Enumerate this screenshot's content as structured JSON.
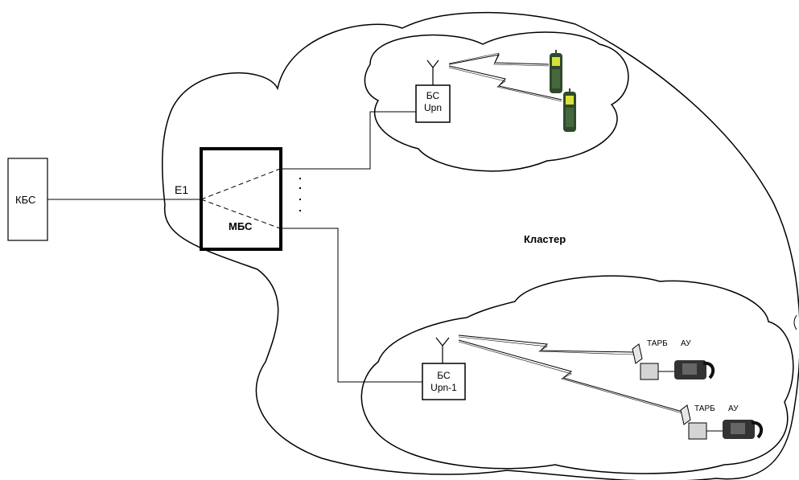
{
  "labels": {
    "kbs": "КБС",
    "e1": "E1",
    "mbs": "МБС",
    "cluster": "Кластер",
    "bs_top_line1": "БС",
    "bs_top_line2": "Upn",
    "bs_bottom_line1": "БС",
    "bs_bottom_line2": "Upn-1",
    "tarb_1": "ТАРБ",
    "au_1": "АУ",
    "tarb_2": "ТАРБ",
    "au_2": "АУ"
  },
  "colors": {
    "line": "#000000",
    "background": "#ffffff",
    "handset_body": "#2f4a2a",
    "handset_screen": "#d8e23a",
    "terminal_fill": "#d4d4d4",
    "phone_body": "#333333"
  },
  "icons": [
    "antenna-icon",
    "mobile-handset-icon",
    "radio-terminal-icon",
    "desk-phone-icon"
  ]
}
